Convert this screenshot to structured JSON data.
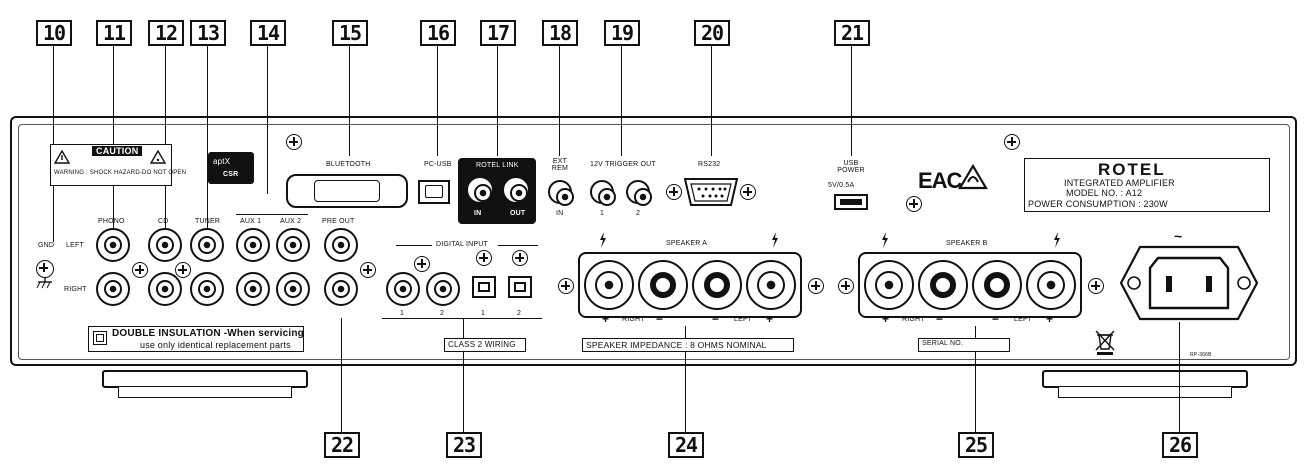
{
  "callouts": [
    "10",
    "11",
    "12",
    "13",
    "14",
    "15",
    "16",
    "17",
    "18",
    "19",
    "20",
    "21",
    "22",
    "23",
    "24",
    "25",
    "26"
  ],
  "labels": {
    "gnd": "GND",
    "left": "LEFT",
    "right": "RIGHT",
    "phono": "PHONO",
    "cd": "CD",
    "tuner": "TUNER",
    "aux1": "AUX 1",
    "aux2": "AUX 2",
    "pre_out": "PRE OUT",
    "bluetooth": "BLUETOOTH",
    "pc_usb": "PC-USB",
    "rotel_link": "ROTEL LINK",
    "link_in": "IN",
    "link_out": "OUT",
    "ext_rem": "EXT REM",
    "ext_in": "IN",
    "trigger_out": "12V TRIGGER OUT",
    "trig1": "1",
    "trig2": "2",
    "rs232": "RS232",
    "usb_power": "USB POWER",
    "usb_power_spec": "5V/0.5A",
    "digital_input": "DIGITAL INPUT",
    "d1": "1",
    "d2": "2",
    "o1": "1",
    "o2": "2",
    "speaker_a": "SPEAKER A",
    "speaker_b": "SPEAKER B",
    "sp_right": "RIGHT",
    "sp_left": "LEFT",
    "plus": "+",
    "minus": "−",
    "caution_title": "CAUTION",
    "caution_text": "WARNING : SHOCK HAZARD-DO NOT OPEN",
    "aptx_brand": "aptX",
    "aptx_sub": "CSR",
    "double_insulation": "DOUBLE INSULATION -When servicing",
    "double_insulation_2": "use only identical replacement parts",
    "class2": "CLASS 2 WIRING",
    "impedance": "SPEAKER IMPEDANCE : 8 OHMS NOMINAL",
    "serial": "SERIAL NO.",
    "eac": "EAC",
    "brand": "ROTEL",
    "product": "INTEGRATED AMPLIFIER",
    "model": "MODEL NO. : A12",
    "power": "POWER CONSUMPTION : 230W",
    "ac_symbol": "~",
    "part_code": "RP-366B"
  }
}
